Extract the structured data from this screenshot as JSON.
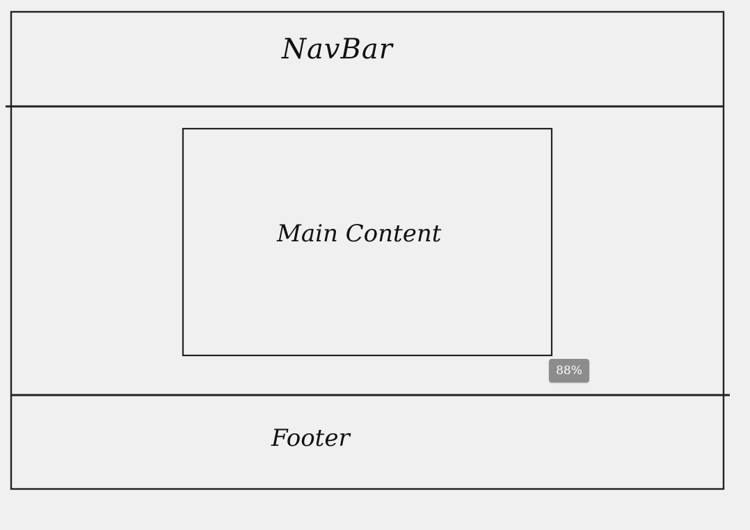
{
  "diagram": {
    "navbar_label": "NavBar",
    "main_content_label": "Main Content",
    "footer_label": "Footer"
  },
  "status": {
    "zoom_level": "88%"
  }
}
